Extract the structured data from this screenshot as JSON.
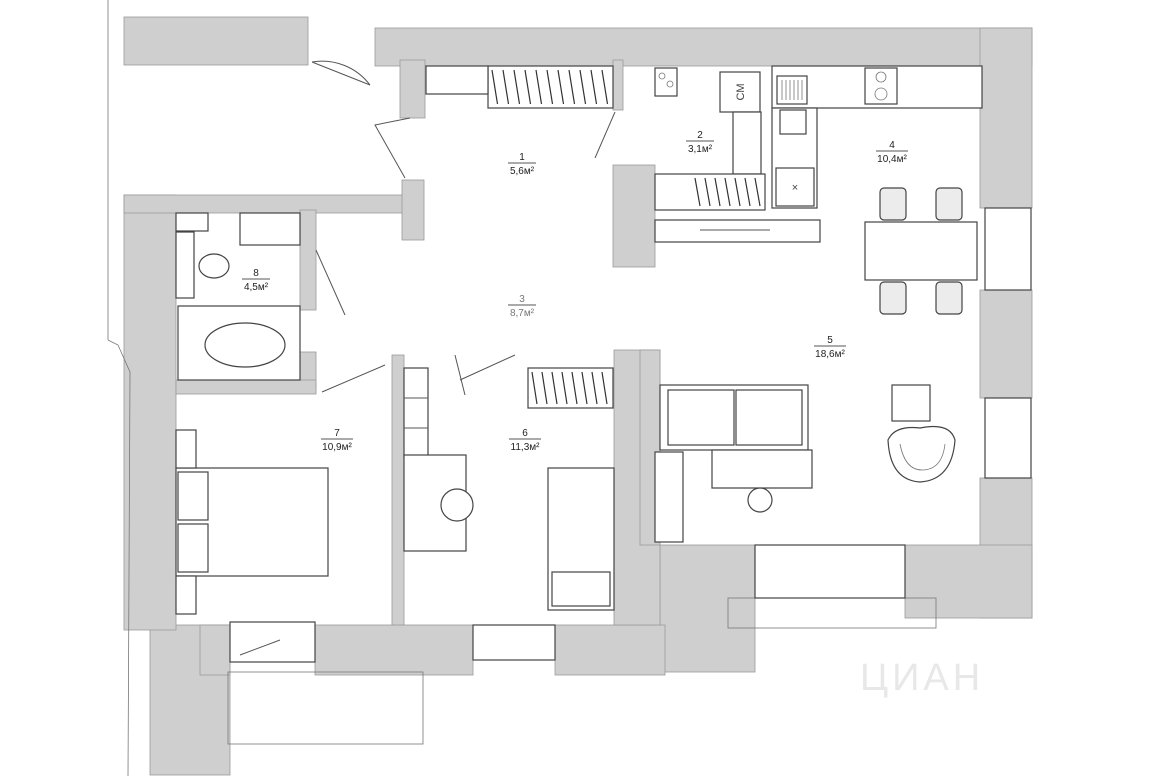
{
  "rooms": [
    {
      "id": "1",
      "number": "1",
      "area": "5,6м²"
    },
    {
      "id": "2",
      "number": "2",
      "area": "3,1м²"
    },
    {
      "id": "3",
      "number": "3",
      "area": "8,7м²"
    },
    {
      "id": "4",
      "number": "4",
      "area": "10,4м²"
    },
    {
      "id": "5",
      "number": "5",
      "area": "18,6м²"
    },
    {
      "id": "6",
      "number": "6",
      "area": "11,3м²"
    },
    {
      "id": "7",
      "number": "7",
      "area": "10,9м²"
    },
    {
      "id": "8",
      "number": "8",
      "area": "4,5м²"
    }
  ],
  "appliances": {
    "washing_machine_label": "СМ",
    "dishwasher_label": "×"
  },
  "watermark": {
    "text": "ЦИАН",
    "color": "#e8e8e8"
  },
  "colors": {
    "wall_fill": "#cfcfcf",
    "wall_stroke": "#9a9a9a",
    "line": "#444444"
  }
}
